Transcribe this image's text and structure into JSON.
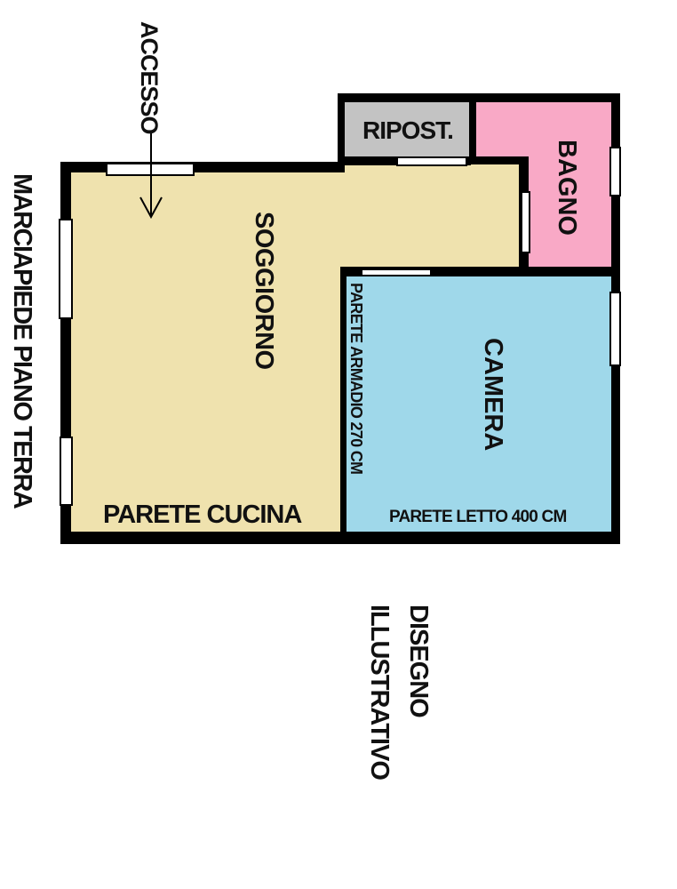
{
  "colors": {
    "soggiorno": "#efe2ae",
    "camera": "#9fd8ea",
    "bagno": "#f9a9c6",
    "ripostiglio": "#c3c3c3",
    "wall": "#000000"
  },
  "labels": {
    "accesso": "ACCESSO",
    "marciapiede": "MARCIAPIEDE PIANO TERRA",
    "soggiorno": "SOGGIORNO",
    "ripostiglio": "RIPOST.",
    "bagno": "BAGNO",
    "camera": "CAMERA",
    "parete_armadio": "PARETE ARMADIO 270 CM",
    "parete_cucina": "PARETE CUCINA",
    "parete_letto": "PARETE LETTO 400 CM",
    "disegno_line1": "DISEGNO",
    "disegno_line2": "ILLUSTRATIVO"
  }
}
